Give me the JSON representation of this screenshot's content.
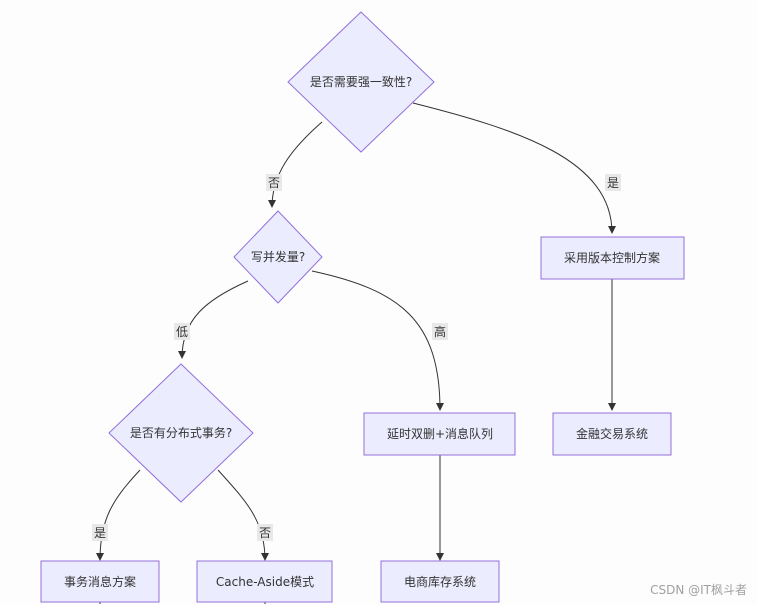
{
  "diagram": {
    "nodes": {
      "strong_consistency": "是否需要强一致性?",
      "concurrency": "写并发量?",
      "distributed_tx": "是否有分布式事务?",
      "version_control": "采用版本控制方案",
      "financial": "金融交易系统",
      "delayed_delete": "延时双删+消息队列",
      "tx_message": "事务消息方案",
      "cache_aside": "Cache-Aside模式",
      "ecommerce": "电商库存系统"
    },
    "edge_labels": {
      "no_1": "否",
      "yes_1": "是",
      "low": "低",
      "high": "高",
      "yes_2": "是",
      "no_2": "否"
    },
    "colors": {
      "node_fill": "#ececff",
      "node_stroke": "#9370db",
      "edge": "#333333"
    }
  },
  "watermark": "CSDN @IT枫斗者"
}
